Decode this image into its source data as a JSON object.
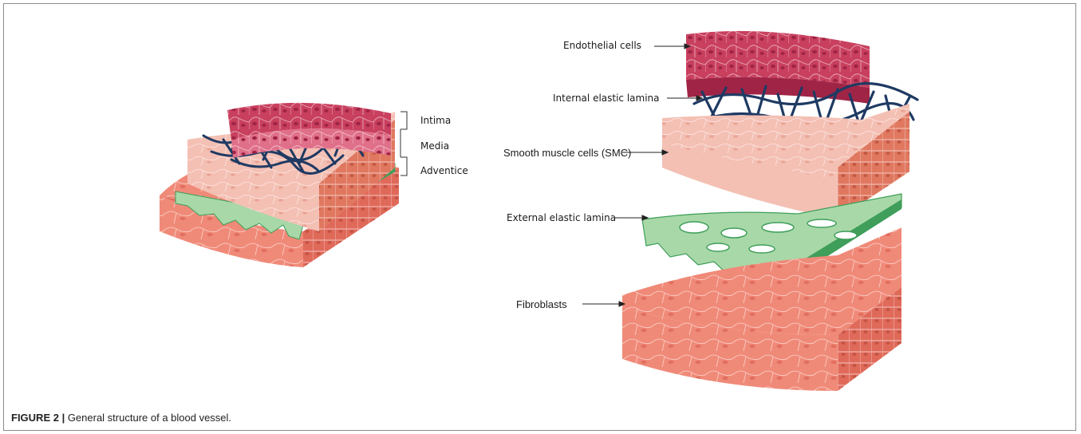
{
  "labels_left": {
    "intima": "Intima",
    "media": "Media",
    "adventice": "Adventice"
  },
  "labels_right": {
    "endothelial": "Endothelial cells",
    "internal_lamina": "Internal elastic lamina",
    "smc": "Smooth muscle cells (SMC)",
    "external_lamina": "External elastic lamina",
    "fibroblasts": "Fibroblasts"
  },
  "caption": {
    "figure_label": "FIGURE 2 |",
    "text": " General structure of a blood vessel."
  },
  "colors": {
    "endothelium": "#c9405f",
    "endothelium_light": "#e0708a",
    "nucleus_endo": "#a02446",
    "smc": "#f4c0b4",
    "smc_side": "#e07860",
    "elastin_internal": "#1f3a63",
    "elastin_external": "#a8d8a8",
    "elastin_external_dark": "#3f9e5a",
    "fibroblast": "#f08a78",
    "fibroblast_side": "#e06a5a",
    "cell_line": "#ffffff"
  }
}
